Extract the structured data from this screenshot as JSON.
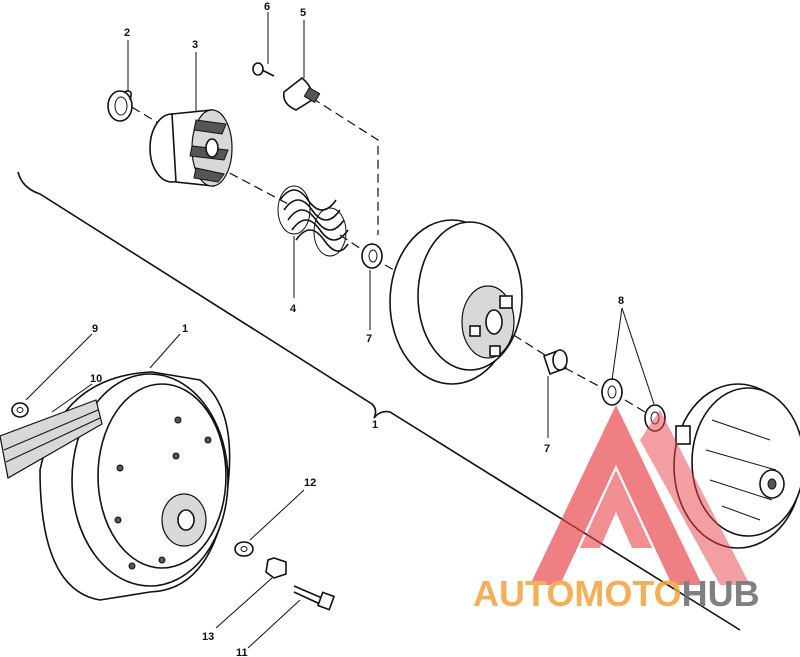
{
  "callouts": {
    "c1a": "1",
    "c1b": "1",
    "c2": "2",
    "c3": "3",
    "c4": "4",
    "c5": "5",
    "c6": "6",
    "c7a": "7",
    "c7b": "7",
    "c8": "8",
    "c9": "9",
    "c10": "10",
    "c11": "11",
    "c12": "12",
    "c13": "13"
  },
  "watermark": {
    "part1": "AUTOMOTO",
    "part2": "HUB",
    "colors": {
      "triangle": "#e8434a",
      "text_primary": "#f1a33c",
      "text_secondary": "#6b6b6b"
    }
  }
}
